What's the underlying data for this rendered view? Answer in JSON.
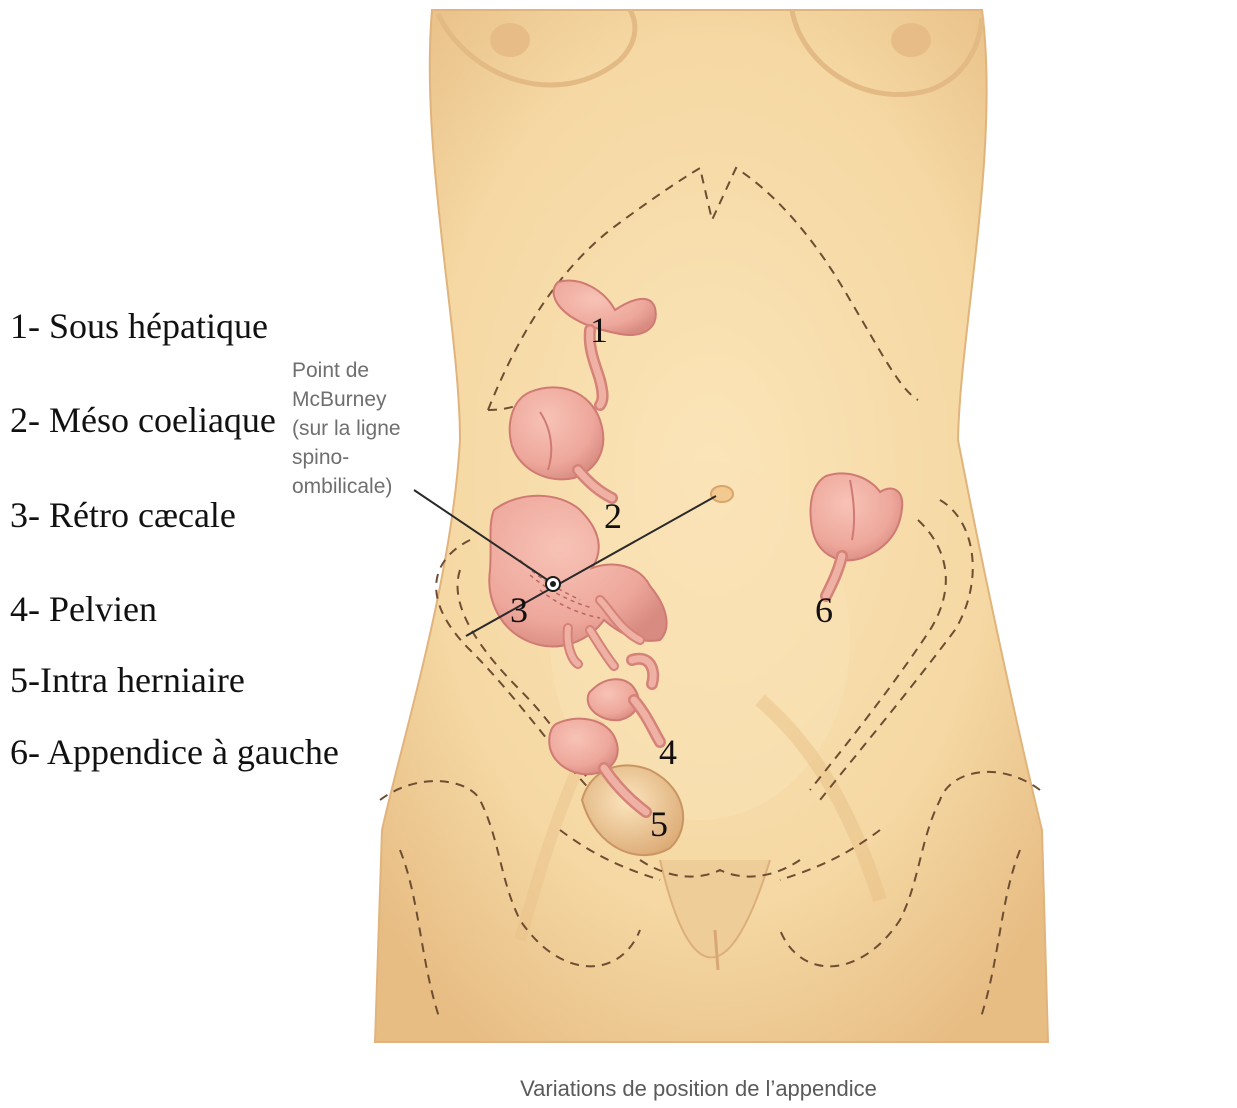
{
  "legend": {
    "items": [
      {
        "label": "1- Sous hépatique"
      },
      {
        "label": "2- Méso coeliaque"
      },
      {
        "label": "3- Rétro cæcale"
      },
      {
        "label": "4- Pelvien"
      },
      {
        "label": "5-Intra herniaire"
      },
      {
        "label": "6- Appendice à gauche"
      }
    ]
  },
  "mcburney": {
    "lines": [
      "Point de",
      "McBurney",
      "(sur la ligne",
      "spino-",
      "ombilicale)"
    ]
  },
  "markers": [
    "1",
    "2",
    "3",
    "4",
    "5",
    "6"
  ],
  "caption": "Variations de position de l’appendice",
  "colors": {
    "skin": "#f6dcab",
    "skin_shadow": "#e8bf86",
    "organ": "#eea79b",
    "organ_dark": "#cf7b73",
    "outline_dash": "#6e4d33",
    "legend_text": "#111111",
    "annotation_text": "#6f6f6f",
    "caption_text": "#5a5a5a"
  }
}
